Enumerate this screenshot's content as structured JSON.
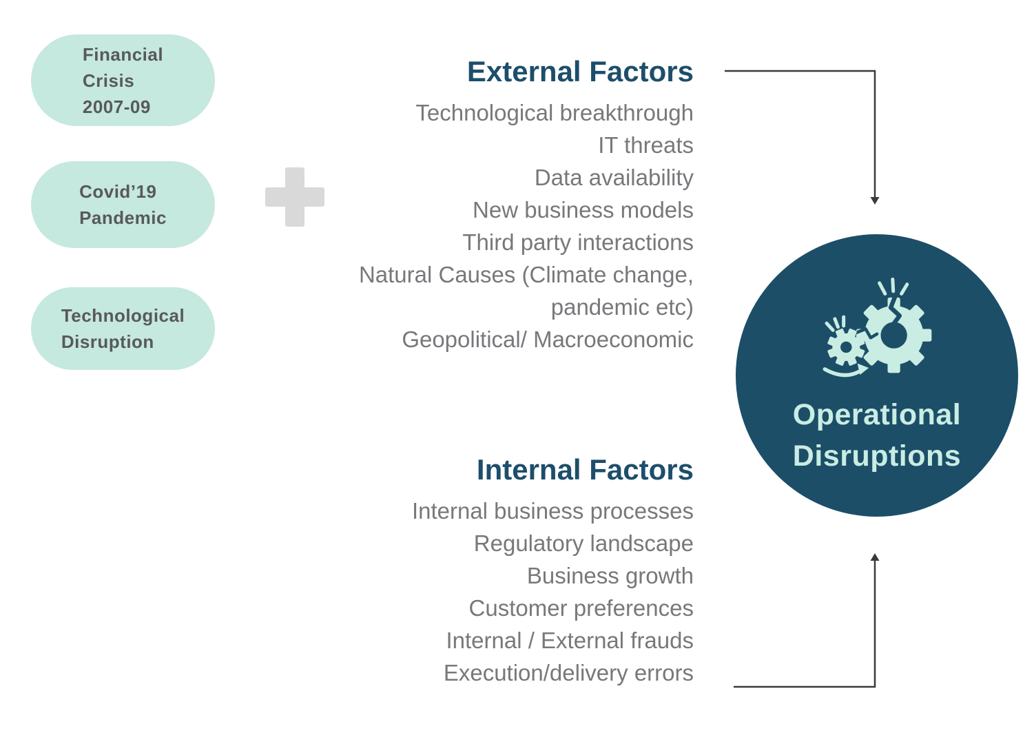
{
  "colors": {
    "pill_bg": "#c5e8df",
    "pill_text": "#58595b",
    "heading": "#1d4e6b",
    "list_text": "#77787b",
    "plus": "#d9d9d9",
    "circle_bg": "#1c4e68",
    "circle_text": "#c9ece3",
    "connector": "#3a3a3a",
    "page_bg": "#ffffff"
  },
  "icons": {
    "combine": "plus-icon",
    "outcome": "broken-gears-icon"
  },
  "pills": [
    {
      "label": "Financial\nCrisis\n2007-09"
    },
    {
      "label": "Covid’19\nPandemic"
    },
    {
      "label": "Technological\nDisruption"
    }
  ],
  "external": {
    "title": "External Factors",
    "items": [
      "Technological breakthrough",
      "IT threats",
      "Data availability",
      "New business models",
      "Third party interactions",
      "Natural Causes (Climate change, pandemic etc)",
      "Geopolitical/ Macroeconomic"
    ]
  },
  "internal": {
    "title": "Internal Factors",
    "items": [
      "Internal business processes",
      "Regulatory landscape",
      "Business growth",
      "Customer preferences",
      "Internal / External frauds",
      "Execution/delivery errors"
    ]
  },
  "outcome": {
    "label": "Operational\nDisruptions"
  }
}
